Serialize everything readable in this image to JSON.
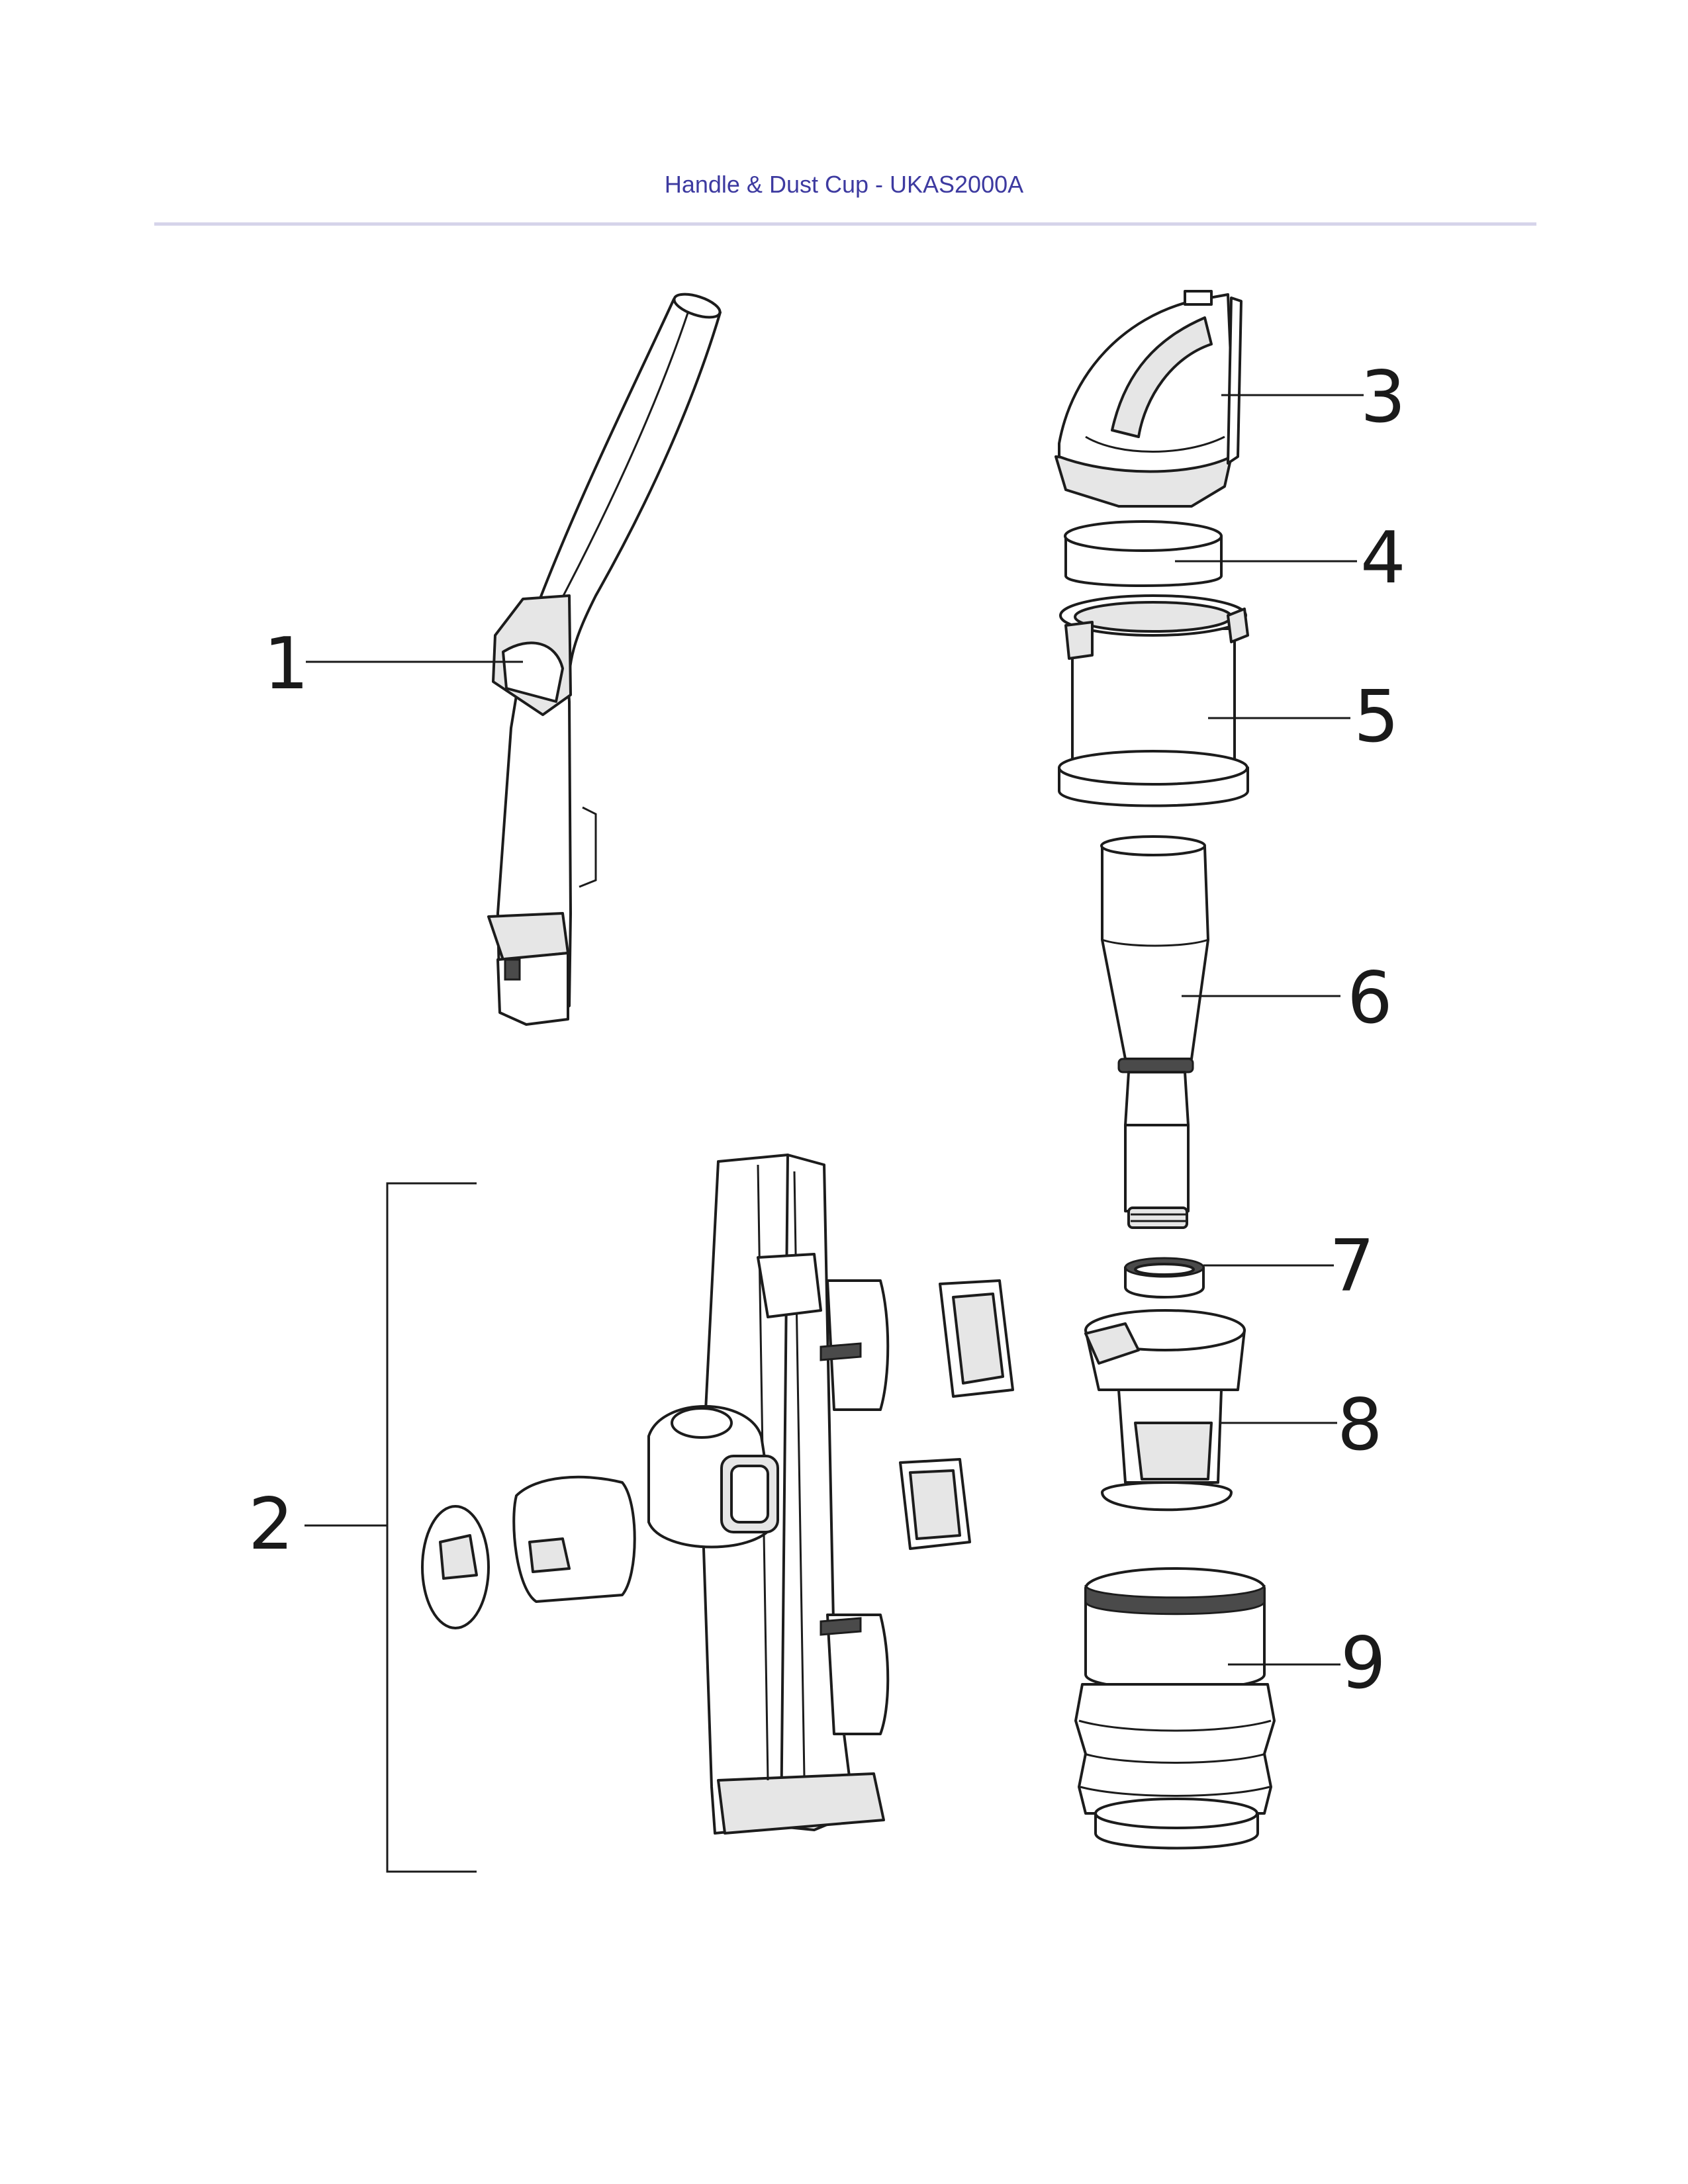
{
  "header": {
    "title": "Handle & Dust Cup - UKAS2000A"
  },
  "parts": [
    {
      "label": "1",
      "icon": "handle-icon"
    },
    {
      "label": "2",
      "icon": "handle-frame-assembly-icon"
    },
    {
      "label": "3",
      "icon": "dust-cup-lid-icon"
    },
    {
      "label": "4",
      "icon": "filter-icon"
    },
    {
      "label": "5",
      "icon": "dust-cup-top-icon"
    },
    {
      "label": "6",
      "icon": "cyclone-tube-icon"
    },
    {
      "label": "7",
      "icon": "seal-ring-icon"
    },
    {
      "label": "8",
      "icon": "cyclone-shroud-icon"
    },
    {
      "label": "9",
      "icon": "dust-cup-body-icon"
    }
  ]
}
